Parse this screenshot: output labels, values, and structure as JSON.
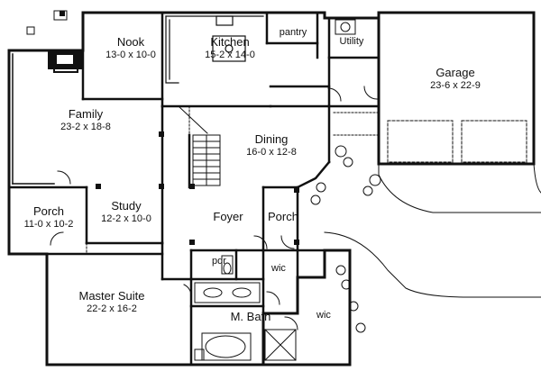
{
  "rooms": {
    "nook": {
      "name": "Nook",
      "dims": "13-0 x 10-0"
    },
    "kitchen": {
      "name": "Kitchen",
      "dims": "15-2 x 14-0"
    },
    "pantry": {
      "name": "pantry"
    },
    "utility": {
      "name": "Utility"
    },
    "garage": {
      "name": "Garage",
      "dims": "23-6 x 22-9"
    },
    "family": {
      "name": "Family",
      "dims": "23-2 x 18-8"
    },
    "dining": {
      "name": "Dining",
      "dims": "16-0 x 12-8"
    },
    "porch_left": {
      "name": "Porch",
      "dims": "11-0 x 10-2"
    },
    "study": {
      "name": "Study",
      "dims": "12-2 x 10-0"
    },
    "foyer": {
      "name": "Foyer"
    },
    "porch_front": {
      "name": "Porch"
    },
    "pdr": {
      "name": "pdr"
    },
    "wic_upper": {
      "name": "wic"
    },
    "master_suite": {
      "name": "Master Suite",
      "dims": "22-2 x 16-2"
    },
    "master_bath": {
      "name": "M. Bath"
    },
    "wic_lower": {
      "name": "wic"
    }
  }
}
